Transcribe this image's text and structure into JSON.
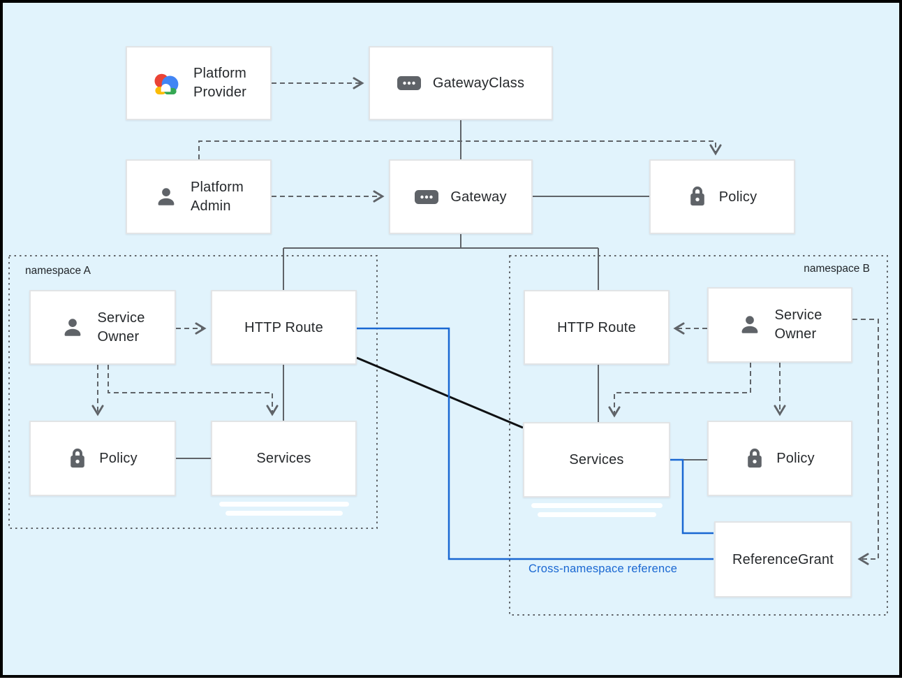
{
  "canvas": {
    "background": "#E1F3FC",
    "frame_color": "#000000"
  },
  "colors": {
    "line_gray": "#5F6368",
    "box_border": "#E2E4E6",
    "text": "#26292c",
    "blue_accent": "#1967D2",
    "black_line": "#0F1113",
    "icon_gray": "#5F6368",
    "google_red": "#EA4335",
    "google_blue": "#4285F4",
    "google_yellow": "#FBBC05",
    "google_green": "#34A853"
  },
  "nodes": {
    "platform_provider": {
      "line1": "Platform",
      "line2": "Provider",
      "icon": "google-cloud-logo"
    },
    "gateway_class": {
      "label": "GatewayClass",
      "icon": "resource-chip-icon"
    },
    "platform_admin": {
      "line1": "Platform",
      "line2": "Admin",
      "icon": "person-icon"
    },
    "gateway": {
      "label": "Gateway",
      "icon": "resource-chip-icon"
    },
    "policy_top": {
      "label": "Policy",
      "icon": "lock-icon"
    },
    "service_owner_a": {
      "line1": "Service",
      "line2": "Owner",
      "icon": "person-icon"
    },
    "http_route_a": {
      "label": "HTTP Route"
    },
    "policy_a": {
      "label": "Policy",
      "icon": "lock-icon"
    },
    "services_a": {
      "label": "Services"
    },
    "http_route_b": {
      "label": "HTTP Route"
    },
    "service_owner_b": {
      "line1": "Service",
      "line2": "Owner",
      "icon": "person-icon"
    },
    "services_b": {
      "label": "Services"
    },
    "policy_b": {
      "label": "Policy",
      "icon": "lock-icon"
    },
    "reference_grant": {
      "label": "ReferenceGrant"
    }
  },
  "namespaces": {
    "a": {
      "label": "namespace A"
    },
    "b": {
      "label": "namespace B"
    }
  },
  "annotations": {
    "cross_namespace": "Cross-namespace reference"
  }
}
